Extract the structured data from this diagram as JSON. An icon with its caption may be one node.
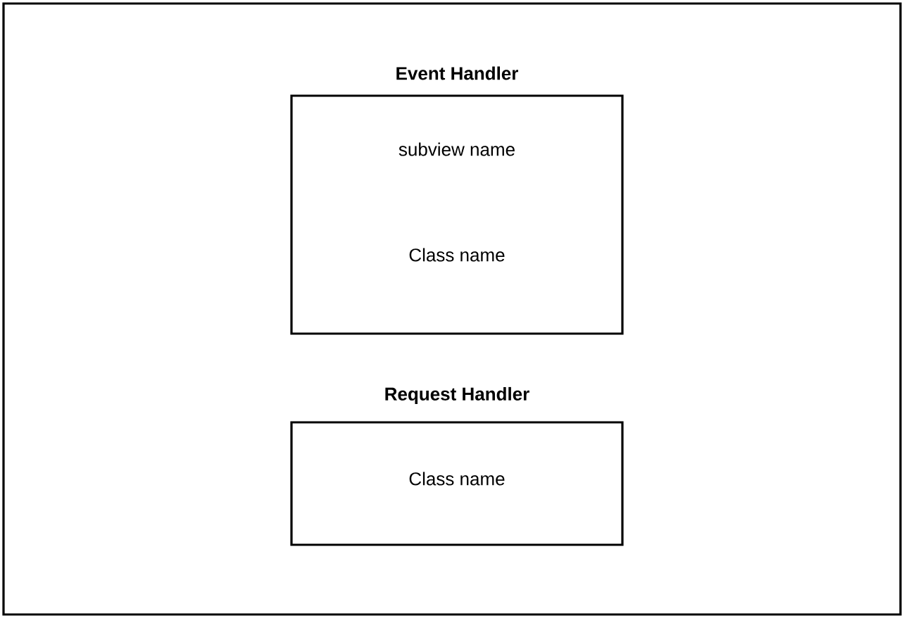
{
  "diagram": {
    "nodes": [
      {
        "text": [
          "Event Handler",
          "subview name",
          "Class name"
        ]
      },
      {
        "text": [
          "Request Handler",
          "Class name"
        ]
      }
    ]
  }
}
